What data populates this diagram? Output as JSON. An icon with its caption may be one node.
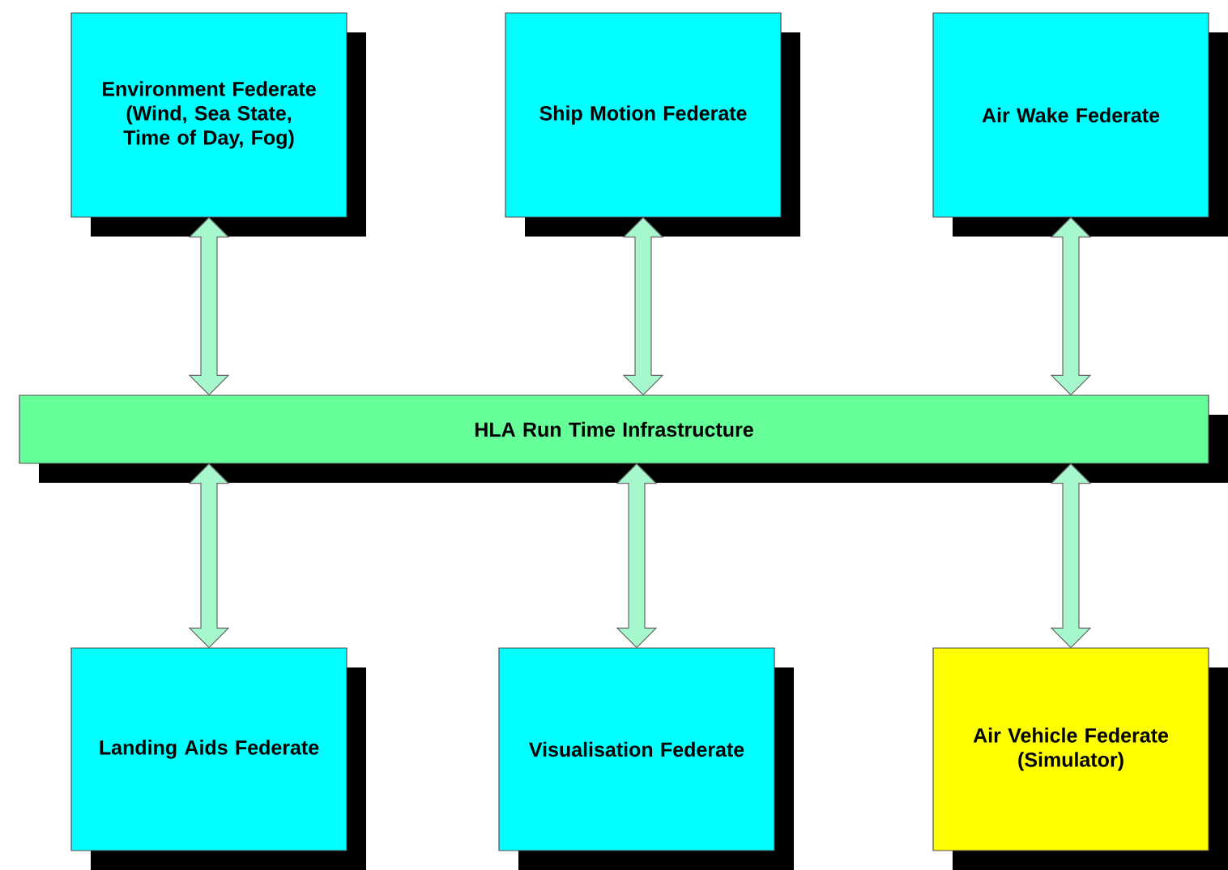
{
  "diagram": {
    "nodes": [
      {
        "text": [
          "Environment Federate",
          "(Wind, Sea State, Time of Day, Fog)"
        ]
      },
      {
        "text": [
          "Ship Motion Federate"
        ]
      },
      {
        "text": [
          "Air Wake Federate"
        ]
      },
      {
        "text": [
          "HLA Run Time Infrastructure"
        ]
      },
      {
        "text": [
          "Landing Aids Federate"
        ]
      },
      {
        "text": [
          "Visualisation Federate"
        ]
      },
      {
        "text": [
          "Air Vehicle Federate",
          "(Simulator)"
        ]
      }
    ],
    "edges": [
      {
        "from": 0,
        "to": 3,
        "arrow": "both"
      },
      {
        "from": 1,
        "to": 3,
        "arrow": "both"
      },
      {
        "from": 2,
        "to": 3,
        "arrow": "both"
      },
      {
        "from": 3,
        "to": 4,
        "arrow": "both"
      },
      {
        "from": 3,
        "to": 5,
        "arrow": "both"
      },
      {
        "from": 3,
        "to": 6,
        "arrow": "both"
      }
    ]
  }
}
